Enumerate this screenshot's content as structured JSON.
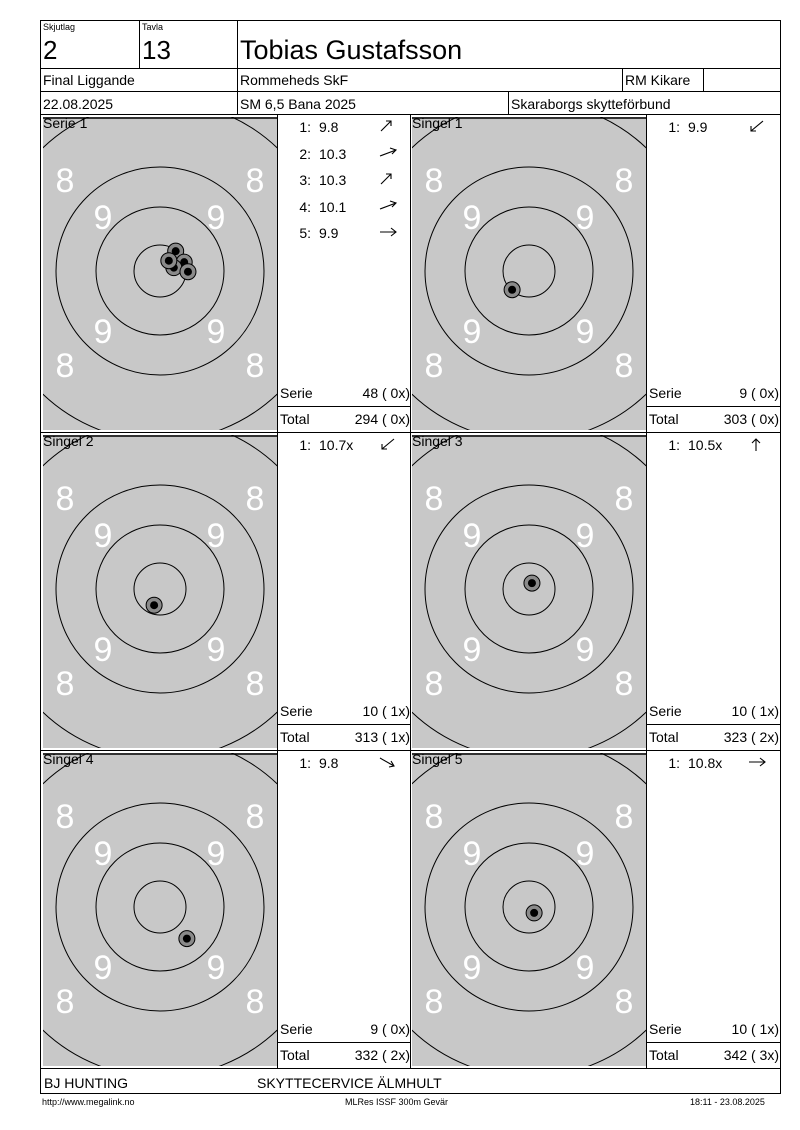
{
  "header": {
    "skjutlag_label": "Skjutlag",
    "skjutlag": "2",
    "tavla_label": "Tavla",
    "tavla": "13",
    "name": "Tobias Gustafsson",
    "class": "Final Liggande",
    "club": "Rommeheds SkF",
    "sight": "RM Kikare",
    "date": "22.08.2025",
    "event": "SM 6,5 Bana 2025",
    "organizer": "Skaraborgs skytteförbund"
  },
  "colors": {
    "target_bg": "#c8c8c8",
    "ring": "#000000",
    "number": "#ffffff"
  },
  "target_numbers": {
    "outer": "8",
    "inner": "9"
  },
  "labels": {
    "serie": "Serie",
    "total": "Total"
  },
  "panels": [
    {
      "title": "Serie 1",
      "shots": [
        {
          "n": "1:",
          "v": "9.8",
          "dir": "ne-steep",
          "dx": 0.245,
          "dy": -0.31
        },
        {
          "n": "2:",
          "v": "10.3",
          "dir": "ne-flat",
          "dx": 0.378,
          "dy": -0.138
        },
        {
          "n": "3:",
          "v": "10.3",
          "dir": "ne-steep",
          "dx": 0.216,
          "dy": -0.052
        },
        {
          "n": "4:",
          "v": "10.1",
          "dir": "ne-flat",
          "dx": 0.138,
          "dy": -0.161
        },
        {
          "n": "5:",
          "v": "9.9",
          "dir": "e",
          "dx": 0.437,
          "dy": 0.011
        }
      ],
      "serie": "48 ( 0x)",
      "total": "294 ( 0x)"
    },
    {
      "title": "Singel 1",
      "shots": [
        {
          "n": "1:",
          "v": "9.9",
          "dir": "sw",
          "dx": -0.264,
          "dy": 0.293
        }
      ],
      "serie": "9 ( 0x)",
      "total": "303 ( 0x)"
    },
    {
      "title": "Singel 2",
      "shots": [
        {
          "n": "1:",
          "v": "10.7x",
          "dir": "sw",
          "dx": -0.092,
          "dy": 0.253
        }
      ],
      "serie": "10 ( 1x)",
      "total": "313 ( 1x)"
    },
    {
      "title": "Singel 3",
      "shots": [
        {
          "n": "1:",
          "v": "10.5x",
          "dir": "n",
          "dx": 0.046,
          "dy": -0.092
        }
      ],
      "serie": "10 ( 1x)",
      "total": "323 ( 2x)"
    },
    {
      "title": "Singel 4",
      "shots": [
        {
          "n": "1:",
          "v": "9.8",
          "dir": "se",
          "dx": 0.42,
          "dy": 0.494
        }
      ],
      "serie": "9 ( 0x)",
      "total": "332 ( 2x)"
    },
    {
      "title": "Singel 5",
      "shots": [
        {
          "n": "1:",
          "v": "10.8x",
          "dir": "e",
          "dx": 0.08,
          "dy": 0.092
        }
      ],
      "serie": "10 ( 1x)",
      "total": "342 ( 3x)"
    }
  ],
  "footer": {
    "sponsor1": "BJ HUNTING",
    "sponsor2": "SKYTTECERVICE ÄLMHULT",
    "url": "http://www.megalink.no",
    "software": "MLRes ISSF 300m Gevär",
    "timestamp": "18:11 - 23.08.2025"
  }
}
